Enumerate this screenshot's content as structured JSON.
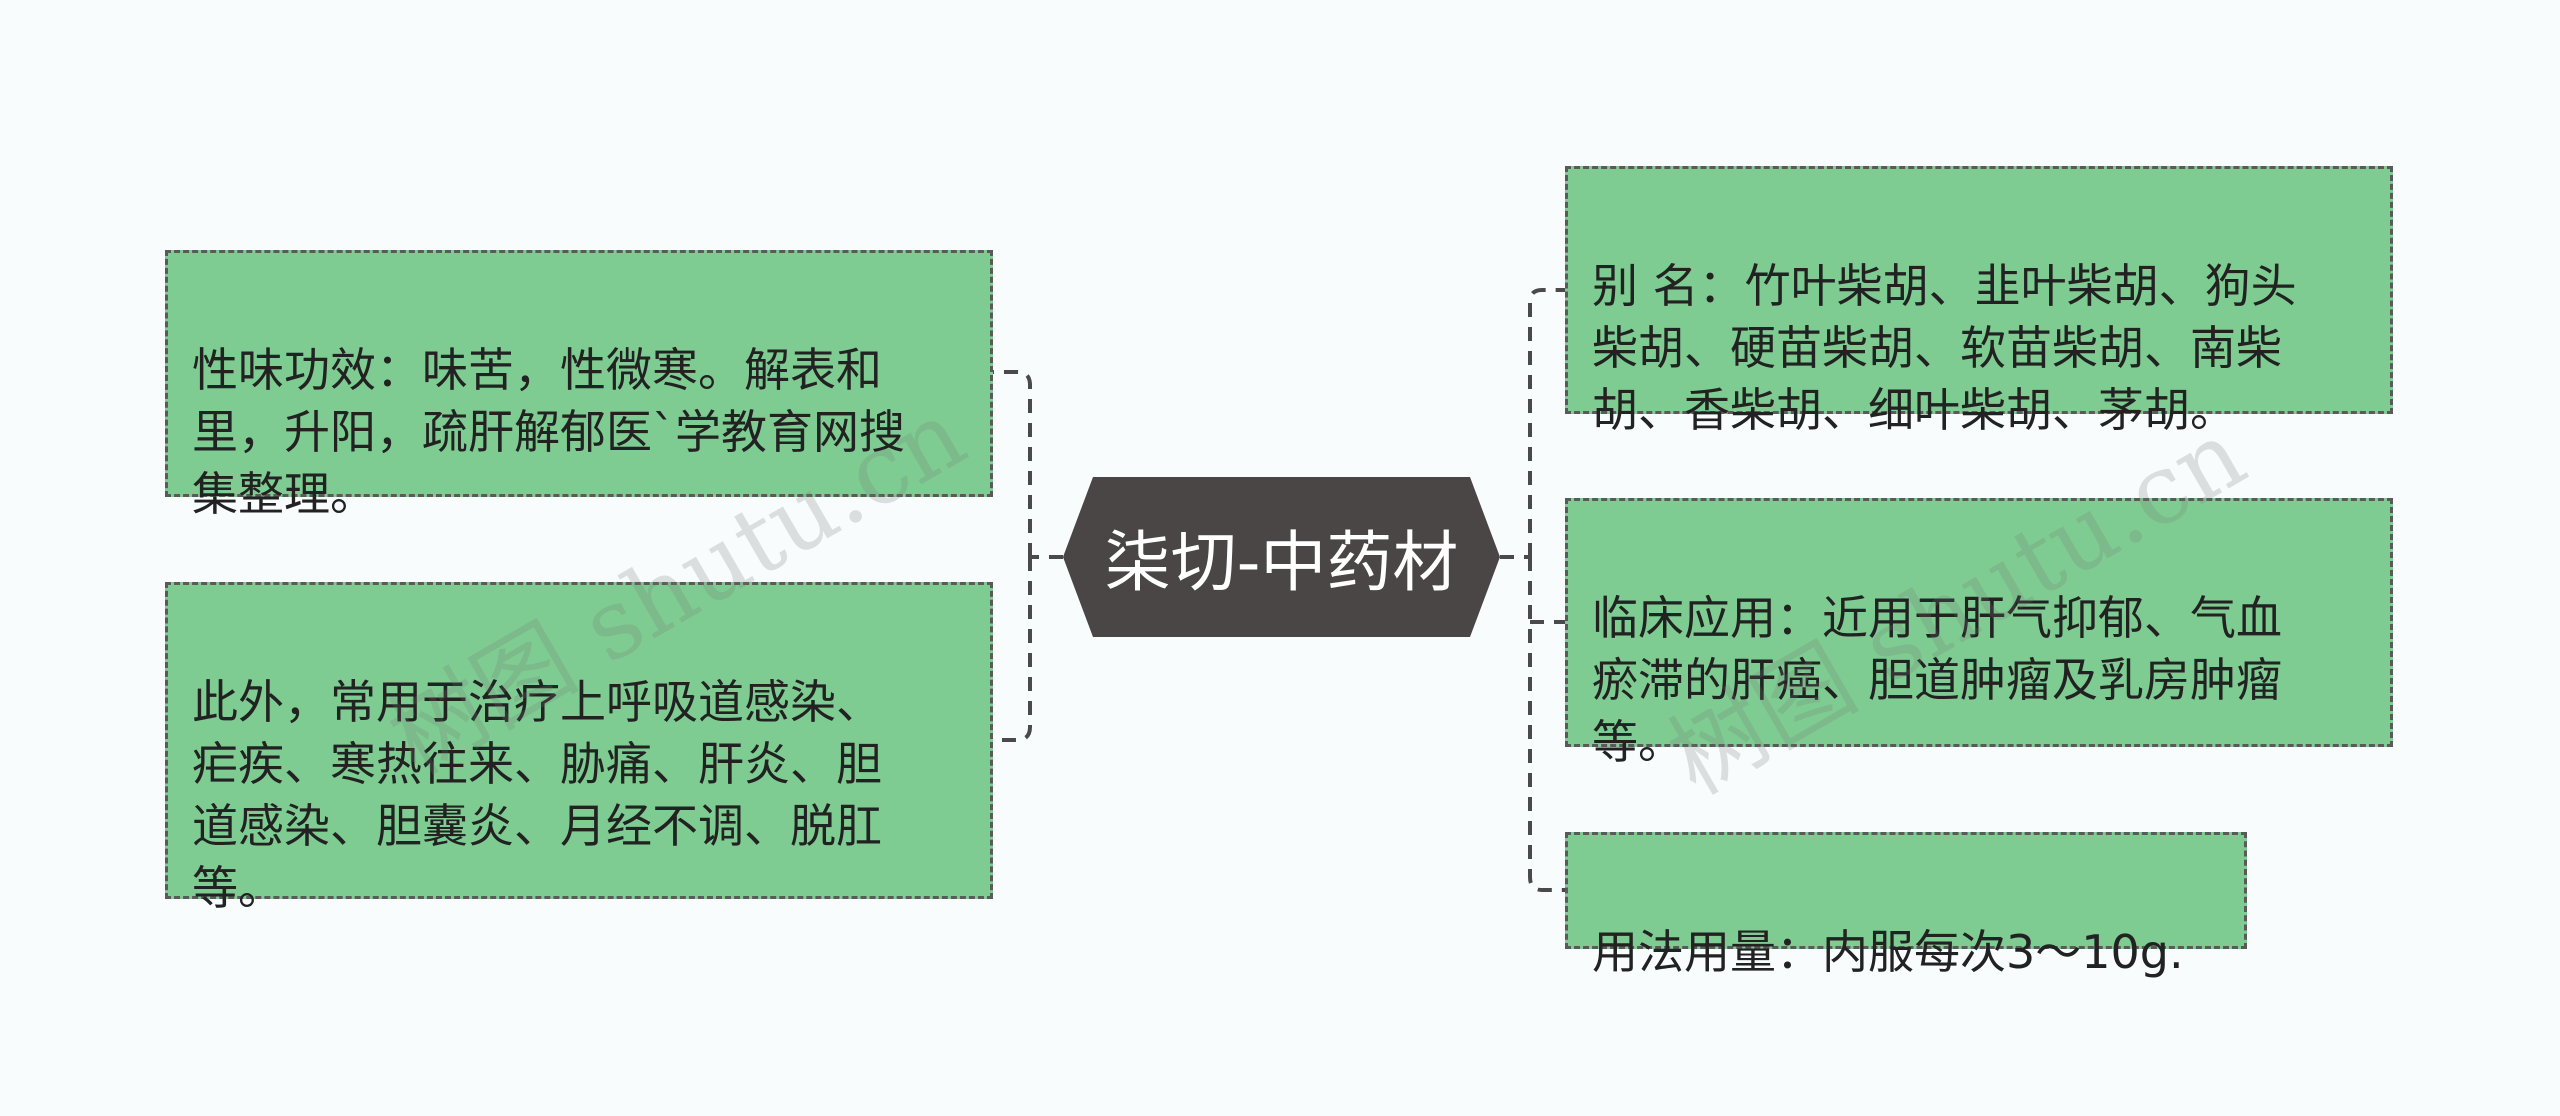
{
  "diagram": {
    "center": {
      "label": "柒切-中药材"
    },
    "left_nodes": [
      {
        "text": "性味功效：味苦，性微寒。解表和\n里，升阳，疏肝解郁医`学教育网搜\n集整理。"
      },
      {
        "text": "此外，常用于治疗上呼吸道感染、\n疟疾、寒热往来、胁痛、肝炎、胆\n道感染、胆囊炎、月经不调、脱肛\n等。"
      }
    ],
    "right_nodes": [
      {
        "text": "别 名：竹叶柴胡、韭叶柴胡、狗头\n柴胡、硬苗柴胡、软苗柴胡、南柴\n胡、香柴胡、细叶柴胡、茅胡。"
      },
      {
        "text": "临床应用：近用于肝气抑郁、气血\n瘀滞的肝癌、胆道肿瘤及乳房肿瘤\n等。"
      },
      {
        "text": "用法用量：内服每次3～10g."
      }
    ],
    "watermarks": [
      "树图 shutu.cn",
      "树图 shutu.cn"
    ]
  },
  "colors": {
    "node_fill": "#7ecc91",
    "node_border": "#5a5a5a",
    "center_fill": "#4a4646",
    "center_text": "#ffffff",
    "connector": "#4a4a4a",
    "background": "#f8fcfd"
  }
}
